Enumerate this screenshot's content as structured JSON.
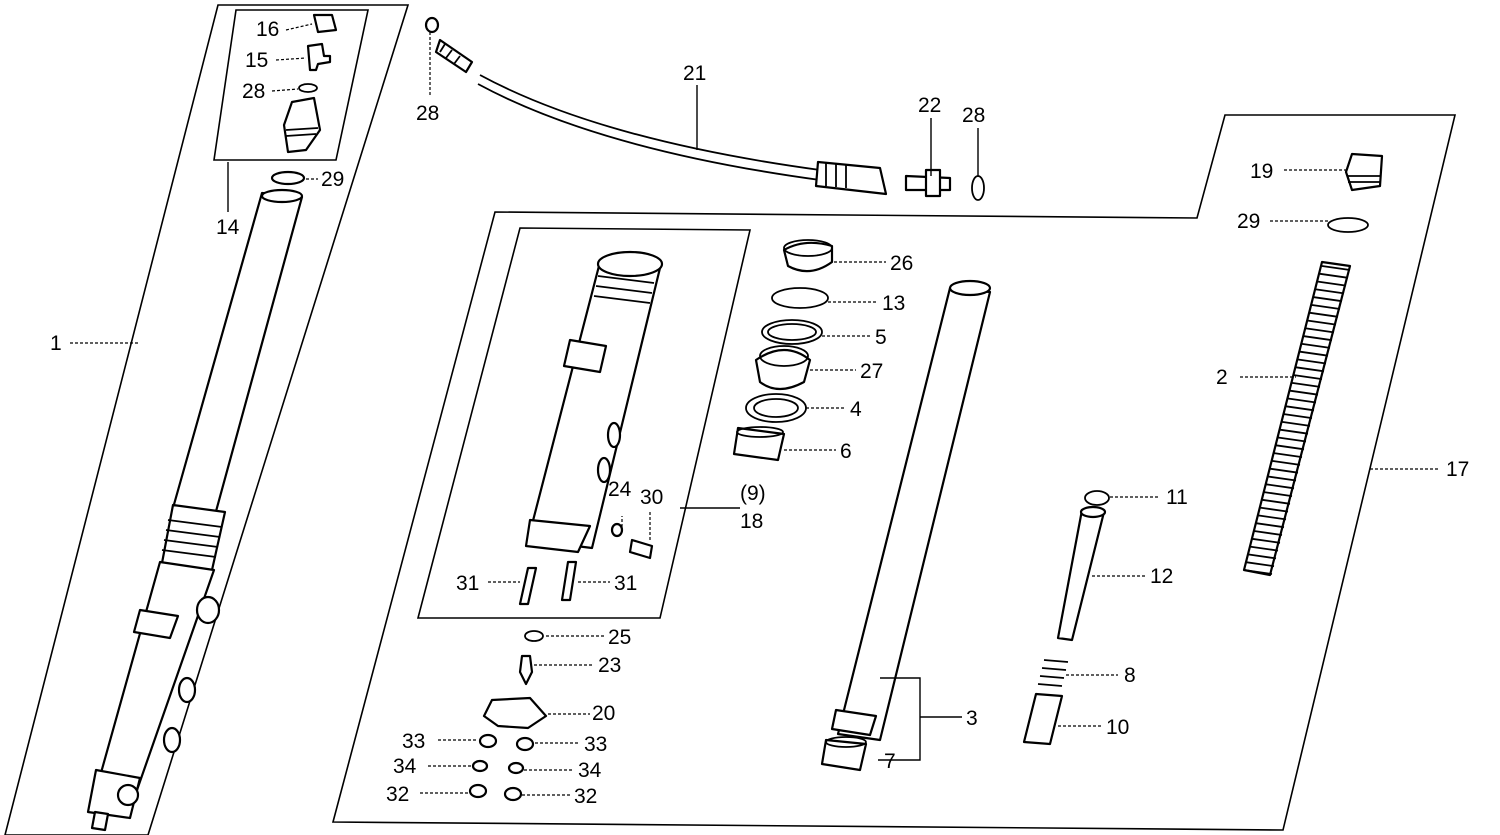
{
  "labels": {
    "p1": "1",
    "p2": "2",
    "p3": "3",
    "p4": "4",
    "p5": "5",
    "p6": "6",
    "p7": "7",
    "p8": "8",
    "p9": "(9)",
    "p10": "10",
    "p11": "11",
    "p12": "12",
    "p13": "13",
    "p14": "14",
    "p15": "15",
    "p16": "16",
    "p17": "17",
    "p18": "18",
    "p19": "19",
    "p20": "20",
    "p21": "21",
    "p22": "22",
    "p23": "23",
    "p24": "24",
    "p25": "25",
    "p26": "26",
    "p27": "27",
    "p28a": "28",
    "p28b": "28",
    "p28c": "28",
    "p29a": "29",
    "p29b": "29",
    "p30": "30",
    "p31a": "31",
    "p31b": "31",
    "p32a": "32",
    "p32b": "32",
    "p33a": "33",
    "p33b": "33",
    "p34a": "34",
    "p34b": "34"
  }
}
